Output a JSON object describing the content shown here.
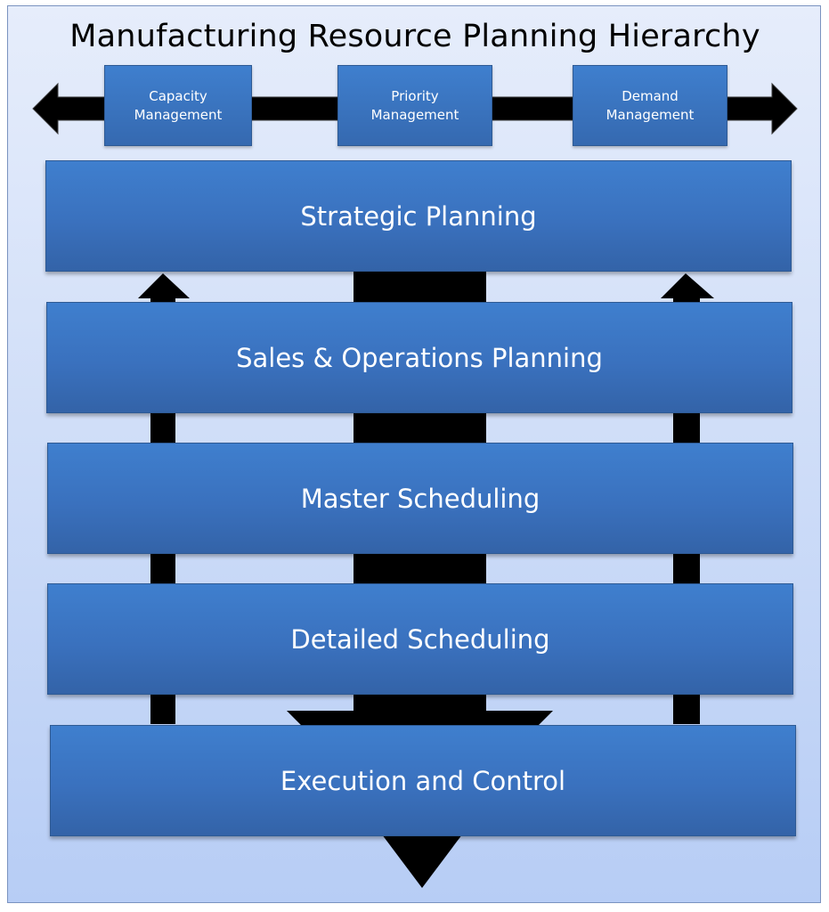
{
  "title": "Manufacturing Resource Planning Hierarchy",
  "management_boxes": [
    {
      "label": "Capacity\nManagement"
    },
    {
      "label": "Priority\nManagement"
    },
    {
      "label": "Demand\nManagement"
    }
  ],
  "levels": [
    {
      "label": "Strategic Planning"
    },
    {
      "label": "Sales & Operations Planning"
    },
    {
      "label": "Master Scheduling"
    },
    {
      "label": "Detailed Scheduling"
    },
    {
      "label": "Execution and Control"
    }
  ],
  "colors": {
    "box_fill": "#3a72c0",
    "box_border": "#2e5a94",
    "background_top": "#e6edfb",
    "background_bottom": "#b7cdf5",
    "arrow": "#000000",
    "text_on_box": "#ffffff"
  }
}
